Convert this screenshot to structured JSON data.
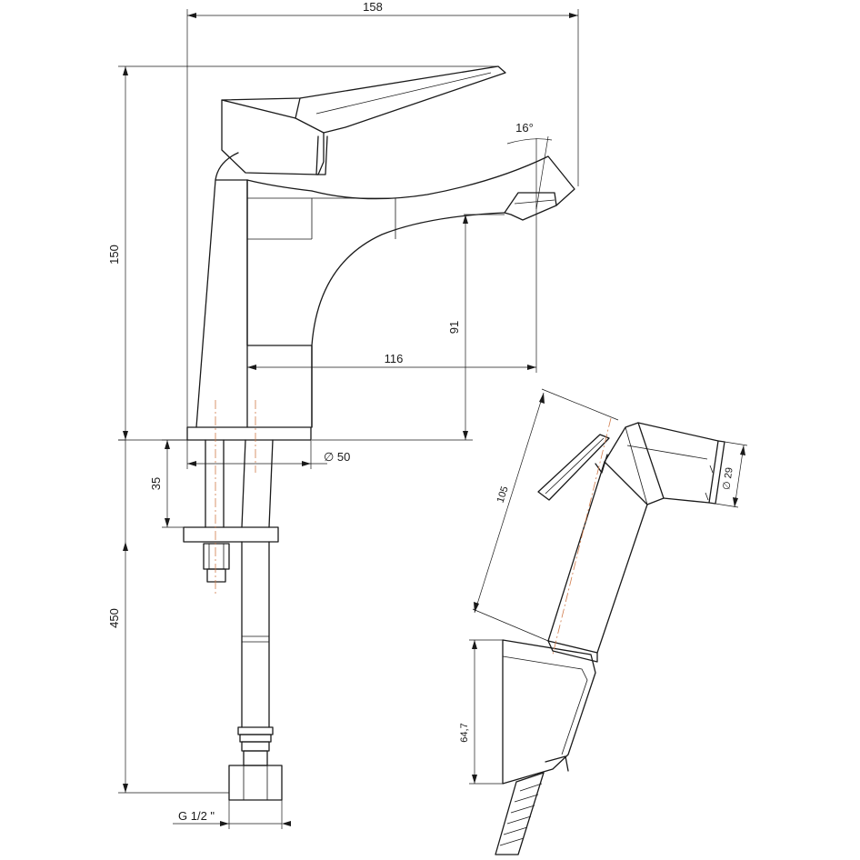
{
  "dimensions": {
    "overall_width": "158",
    "overall_height": "150",
    "spout_angle": "16°",
    "spout_height": "91",
    "spout_reach": "116",
    "base_diameter": "∅ 50",
    "mount_depth": "35",
    "hose_length": "450",
    "thread": "G 1/2 \"",
    "shower_length": "105",
    "shower_diameter": "∅ 29",
    "holder_height": "64,7"
  },
  "colors": {
    "line": "#1a1a1a",
    "centerline": "#d07a4a",
    "background": "#ffffff"
  }
}
